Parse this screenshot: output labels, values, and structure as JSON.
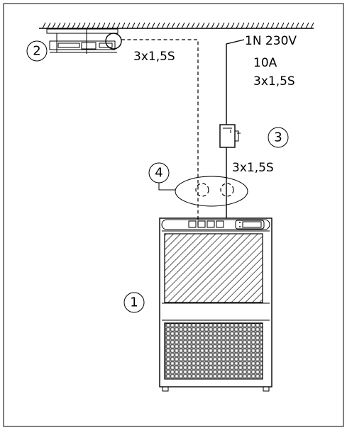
{
  "supply": {
    "line1": "1N  230V",
    "line2": "10A",
    "line3": "3x1,5S"
  },
  "cables": {
    "ceiling_unit": "3x1,5S",
    "switch_to_unit": "3x1,5S"
  },
  "callouts": {
    "unit": "1",
    "ceiling_unit": "2",
    "switch": "3",
    "connections": "4"
  }
}
